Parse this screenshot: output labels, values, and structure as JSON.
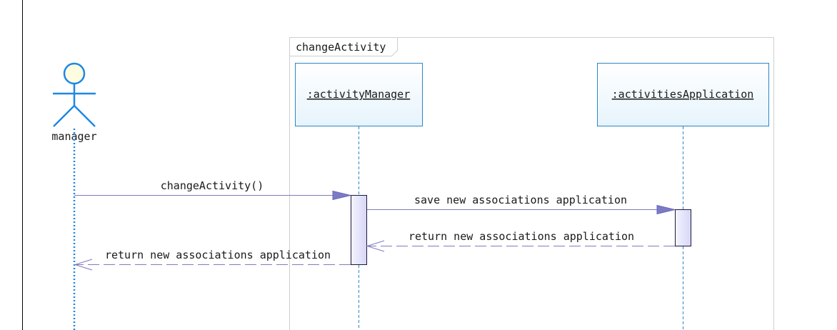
{
  "frame": {
    "label": "changeActivity"
  },
  "actor": {
    "name": "manager",
    "icon": "stick-figure-actor"
  },
  "lifelines": [
    {
      "label": ":activityManager"
    },
    {
      "label": ":activitiesApplication"
    }
  ],
  "messages": [
    {
      "label": "changeActivity()",
      "kind": "synchronous-call"
    },
    {
      "label": "save new associations application",
      "kind": "synchronous-call"
    },
    {
      "label": "return new associations application",
      "kind": "return"
    },
    {
      "label": "return new associations application",
      "kind": "return"
    }
  ],
  "colors": {
    "lifeline_box_border": "#2e86c1",
    "lifeline_dashes": "#2e86c1",
    "actor_stroke": "#1e88e5",
    "actor_head_fill": "#fffde0",
    "message_line": "#7c7cbf",
    "arrowhead_fill": "#7a7ac6",
    "activation_fill": "#ececff",
    "frame_border": "#cfcfcf"
  }
}
